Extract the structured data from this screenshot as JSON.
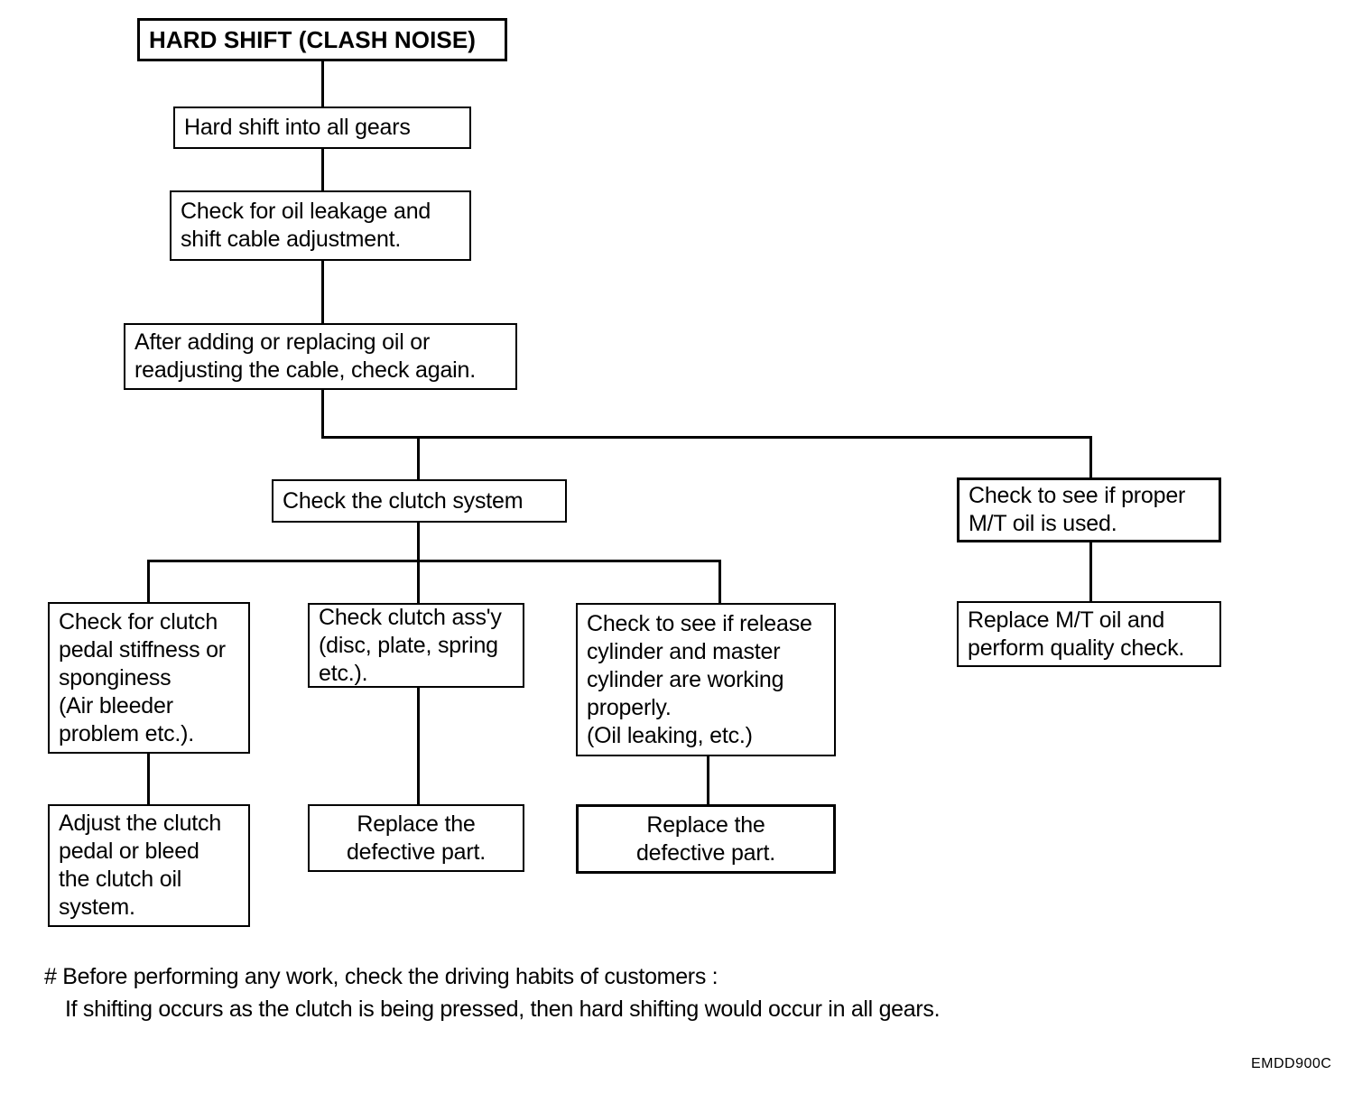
{
  "diagram": {
    "title": "HARD SHIFT (CLASH NOISE)",
    "nodes": {
      "root": "HARD SHIFT (CLASH NOISE)",
      "symptom": "Hard shift into all gears",
      "check_oil_cable": "Check for oil leakage and\nshift cable adjustment.",
      "recheck": "After adding or replacing oil or\nreadjusting the cable, check again.",
      "check_clutch_system": "Check the clutch system",
      "check_mt_oil": "Check to see if proper\nM/T oil is used.",
      "replace_mt_oil": "Replace M/T oil and\nperform quality check.",
      "check_pedal": "Check for clutch\npedal stiffness or\nsponginess\n(Air bleeder\nproblem etc.).",
      "check_assy": "Check clutch ass'y\n(disc, plate, spring\netc.).",
      "check_cylinders": "Check to see if release\ncylinder and master\ncylinder are working\nproperly.\n(Oil leaking, etc.)",
      "adjust_pedal": "Adjust the clutch\npedal or bleed\nthe clutch oil\nsystem.",
      "replace_defective_1": "Replace the\ndefective part.",
      "replace_defective_2": "Replace the\ndefective part."
    }
  },
  "footnote": {
    "line1": "# Before performing any work, check the driving habits of customers :",
    "line2": "If shifting occurs as the clutch is being pressed, then hard shifting would occur in all gears."
  },
  "figure_code": "EMDD900C",
  "colors": {
    "ink": "#000000",
    "paper": "#ffffff"
  }
}
